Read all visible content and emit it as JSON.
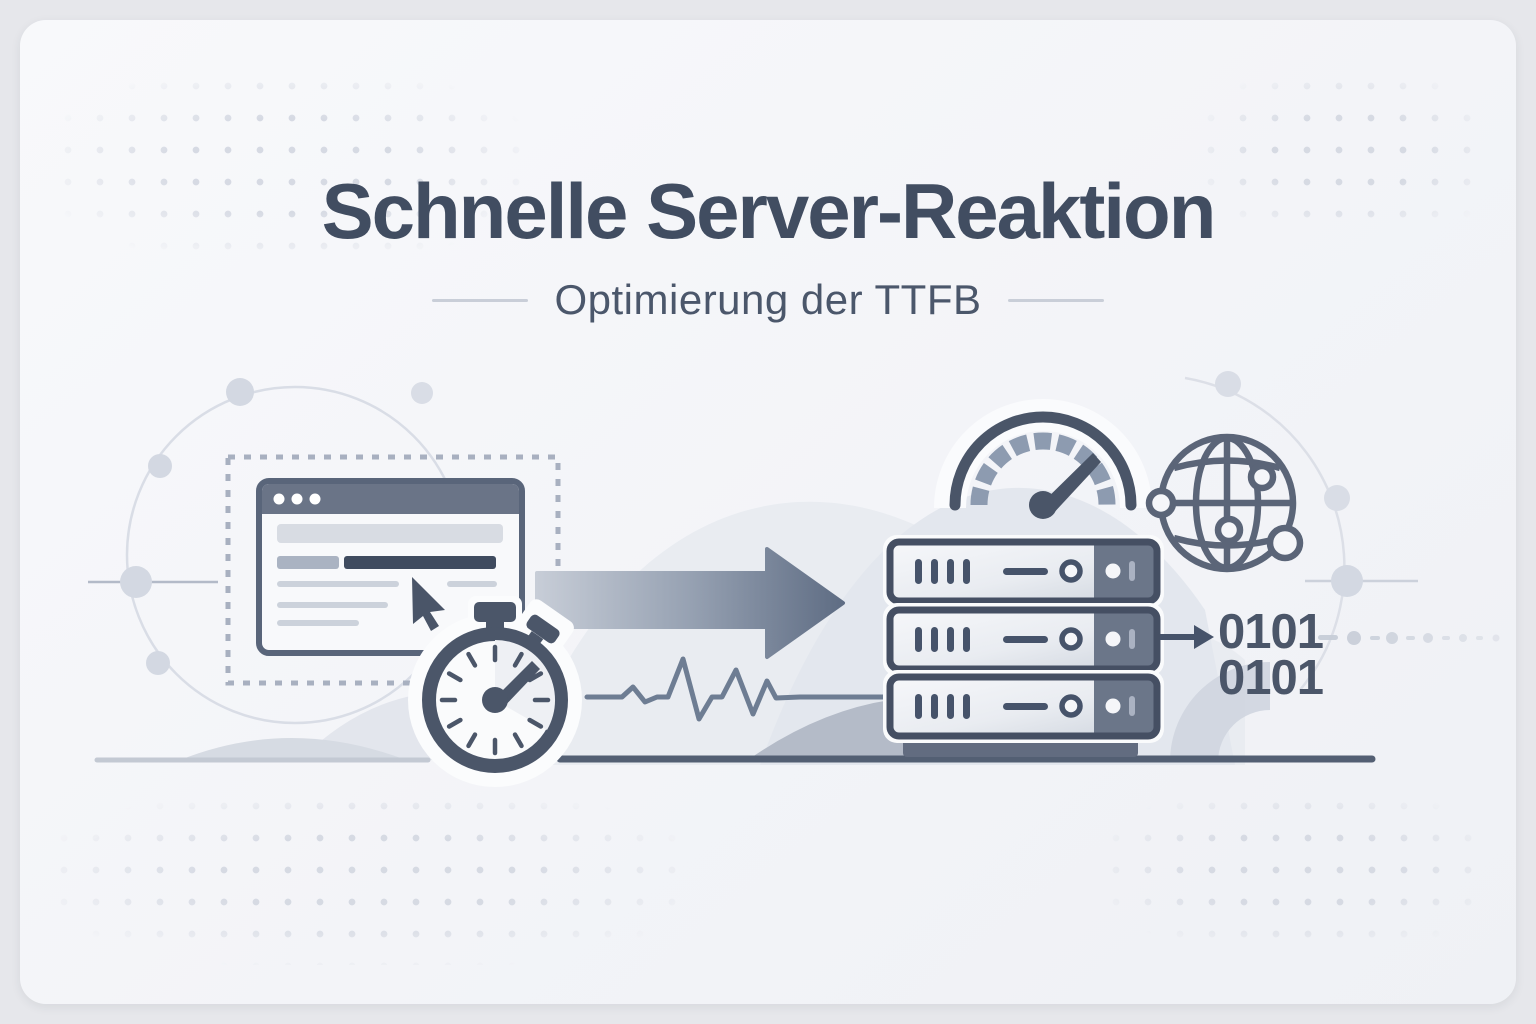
{
  "header": {
    "title": "Schnelle Server-Reaktion",
    "subtitle": "Optimierung der TTFB"
  },
  "illustration": {
    "binary": {
      "line1": "0101",
      "line2": "0101"
    },
    "icon_names": [
      "browser-window-icon",
      "cursor-icon",
      "stopwatch-icon",
      "flow-arrow-icon",
      "heartbeat-line",
      "speedometer-icon",
      "server-stack-icon",
      "globe-network-icon",
      "binary-output-arrow-icon"
    ]
  },
  "colors": {
    "accent_dark": "#46536a",
    "accent_mid": "#6b7689",
    "accent_light": "#aab2c2",
    "title_text": "#414d61",
    "subtitle_text": "#4b576b",
    "card_background": "#f5f6f9",
    "page_background": "#e6e7eb"
  }
}
